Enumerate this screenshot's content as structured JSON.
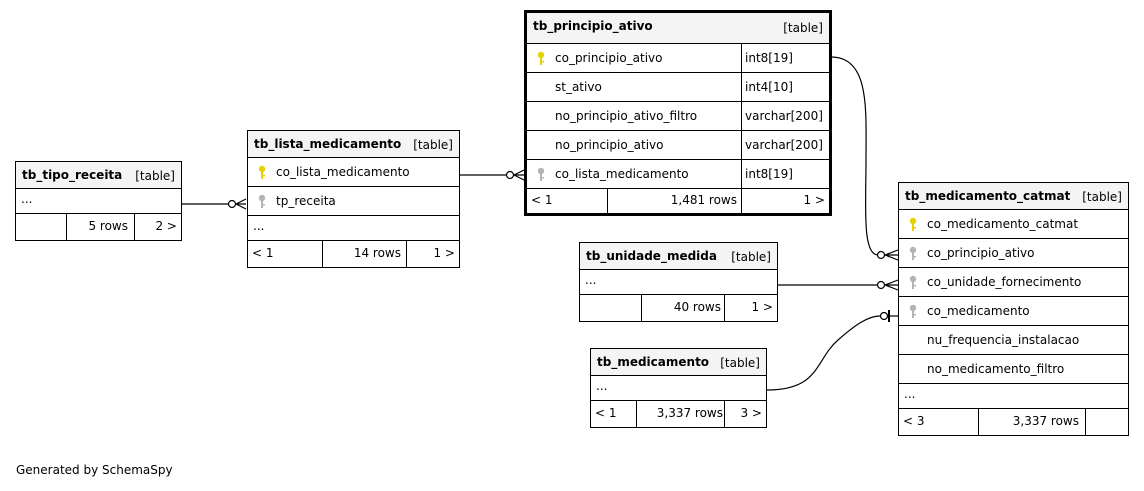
{
  "tables": {
    "tipo_receita": {
      "name": "tb_tipo_receita",
      "kind": "[table]",
      "ellipsis": "...",
      "footer": {
        "left": "",
        "rows": "5 rows",
        "right": "2 >"
      }
    },
    "lista_medicamento": {
      "name": "tb_lista_medicamento",
      "kind": "[table]",
      "columns": [
        {
          "name": "co_lista_medicamento",
          "key": "primary"
        },
        {
          "name": "tp_receita",
          "key": "foreign"
        }
      ],
      "ellipsis": "...",
      "footer": {
        "left": "< 1",
        "rows": "14 rows",
        "right": "1 >"
      }
    },
    "principio_ativo": {
      "name": "tb_principio_ativo",
      "kind": "[table]",
      "columns": [
        {
          "name": "co_principio_ativo",
          "type": "int8[19]",
          "key": "primary"
        },
        {
          "name": "st_ativo",
          "type": "int4[10]",
          "key": "none"
        },
        {
          "name": "no_principio_ativo_filtro",
          "type": "varchar[200]",
          "key": "none"
        },
        {
          "name": "no_principio_ativo",
          "type": "varchar[200]",
          "key": "none"
        },
        {
          "name": "co_lista_medicamento",
          "type": "int8[19]",
          "key": "foreign"
        }
      ],
      "footer": {
        "left": "< 1",
        "rows": "1,481 rows",
        "right": "1 >"
      }
    },
    "unidade_medida": {
      "name": "tb_unidade_medida",
      "kind": "[table]",
      "ellipsis": "...",
      "footer": {
        "left": "",
        "rows": "40 rows",
        "right": "1 >"
      }
    },
    "medicamento": {
      "name": "tb_medicamento",
      "kind": "[table]",
      "ellipsis": "...",
      "footer": {
        "left": "< 1",
        "rows": "3,337 rows",
        "right": "3 >"
      }
    },
    "medicamento_catmat": {
      "name": "tb_medicamento_catmat",
      "kind": "[table]",
      "columns": [
        {
          "name": "co_medicamento_catmat",
          "key": "primary"
        },
        {
          "name": "co_principio_ativo",
          "key": "foreign"
        },
        {
          "name": "co_unidade_fornecimento",
          "key": "foreign"
        },
        {
          "name": "co_medicamento",
          "key": "foreign"
        },
        {
          "name": "nu_frequencia_instalacao",
          "key": "none"
        },
        {
          "name": "no_medicamento_filtro",
          "key": "none"
        }
      ],
      "ellipsis": "...",
      "footer": {
        "left": "< 3",
        "rows": "3,337 rows",
        "right": ""
      }
    }
  },
  "colors": {
    "primary_key": "#e6d200",
    "foreign_key": "#b4b4b4",
    "header_bg": "#f4f4f4"
  },
  "generated_by": "Generated by SchemaSpy"
}
